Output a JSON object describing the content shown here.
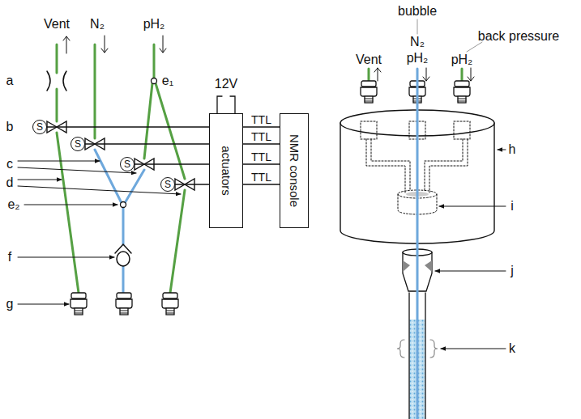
{
  "diagram": {
    "nodes": [
      {
        "text": [
          "S"
        ]
      },
      {
        "text": [
          "S"
        ]
      },
      {
        "text": [
          "S"
        ]
      },
      {
        "text": [
          "S"
        ]
      },
      {
        "text": [
          "actuators"
        ]
      },
      {
        "text": [
          "NMR console"
        ]
      }
    ],
    "edges": [
      {
        "from": 0,
        "to": 4,
        "arrow": "none"
      },
      {
        "from": 1,
        "to": 4,
        "arrow": "none"
      },
      {
        "from": 2,
        "to": 4,
        "arrow": "none"
      },
      {
        "from": 3,
        "to": 4,
        "arrow": "none"
      },
      {
        "from": 4,
        "to": 5,
        "label": "TTL",
        "arrow": "none"
      },
      {
        "from": 4,
        "to": 5,
        "label": "TTL",
        "arrow": "none"
      },
      {
        "from": 4,
        "to": 5,
        "label": "TTL",
        "arrow": "none"
      },
      {
        "from": 4,
        "to": 5,
        "label": "TTL",
        "arrow": "none"
      }
    ],
    "labels": [
      "Vent",
      "N₂",
      "pH₂",
      "a",
      "e₁",
      "b",
      "c",
      "d",
      "e₂",
      "f",
      "g",
      "12V",
      "bubble",
      "back pressure",
      "Vent",
      "N₂",
      "pH₂",
      "pH₂",
      "h",
      "i",
      "j",
      "k"
    ]
  }
}
